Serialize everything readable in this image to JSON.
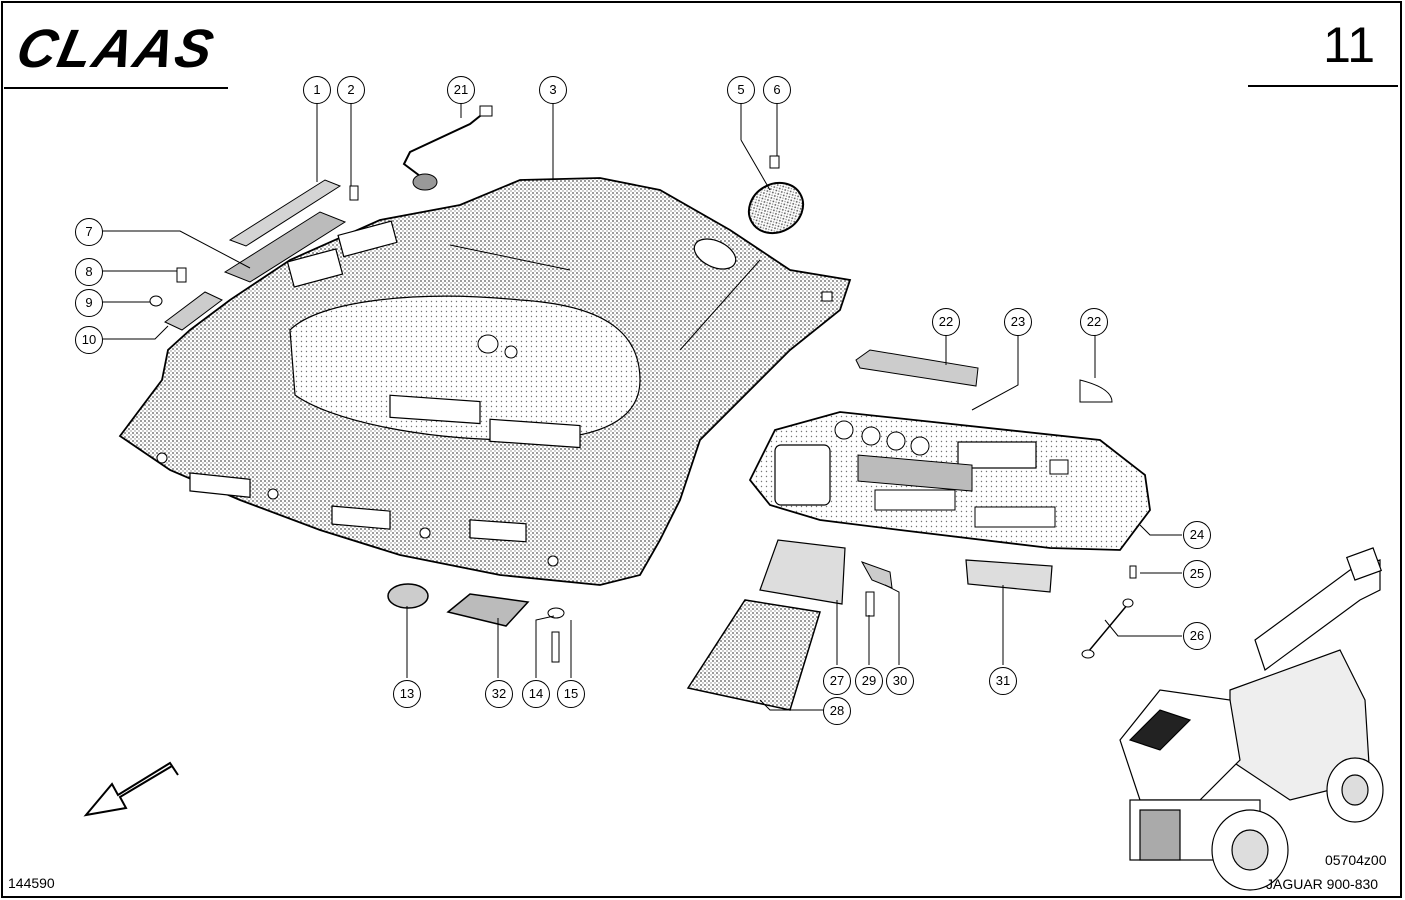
{
  "header": {
    "brand": "CLAAS",
    "page_number": "11"
  },
  "footer": {
    "drawing_number": "144590",
    "figure_code": "05704z00",
    "model": "JAGUAR 900-830"
  },
  "callouts": [
    "1",
    "2",
    "21",
    "3",
    "5",
    "6",
    "7",
    "8",
    "9",
    "10",
    "22",
    "23",
    "22",
    "24",
    "25",
    "26",
    "13",
    "32",
    "14",
    "15",
    "27",
    "29",
    "30",
    "31",
    "28"
  ],
  "colors": {
    "line": "#000000",
    "background": "#ffffff",
    "fill": "#d4d4d4"
  },
  "icons": {
    "direction": "arrow-down-left-icon"
  }
}
